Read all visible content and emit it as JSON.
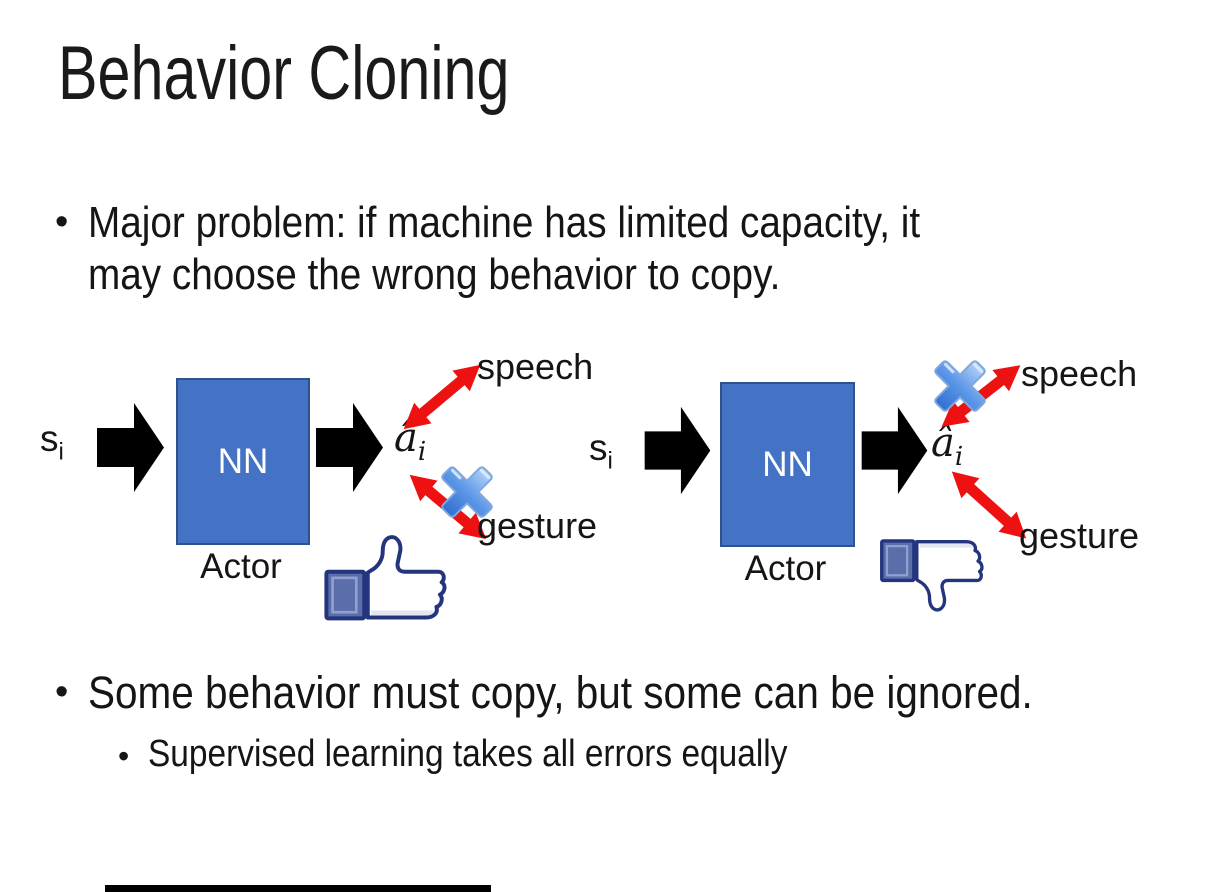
{
  "slide": {
    "title": "Behavior Cloning",
    "bullet_char": "•",
    "bullets": {
      "b1_line1": "Major problem: if machine has limited capacity, it",
      "b1_line2": "may choose the wrong behavior to copy.",
      "b2": "Some behavior must copy, but some can be ignored.",
      "sub": "Supervised learning takes all errors equally"
    }
  },
  "diagram": {
    "input_symbol": "s",
    "input_subscript": "i",
    "nn_label": "NN",
    "actor_label": "Actor",
    "output_symbol": "â",
    "output_subscript": "i",
    "action1_label": "speech",
    "action2_label": "gesture",
    "left": {
      "feedback_icon": "thumbs-up",
      "crossed_action": "gesture"
    },
    "right": {
      "feedback_icon": "thumbs-down",
      "crossed_action": "speech"
    }
  },
  "colors": {
    "text": "#151515",
    "nn_fill": "#4472C4",
    "nn_border": "#2F528F",
    "nn_text": "#FFFFFF",
    "arrow_black": "#000000",
    "arrow_red": "#EE1111",
    "cross_light": "#B7D4F7",
    "cross_mid": "#5D97E8",
    "cross_dark": "#2F6FD0",
    "cross_edge": "#7FA8DE",
    "thumb_outline": "#24357E",
    "thumb_fill": "#FFFFFF",
    "thumb_shade": "#E2E6EF",
    "cuff_fill": "#5B6DAB",
    "bottom_bar": "#000000"
  }
}
